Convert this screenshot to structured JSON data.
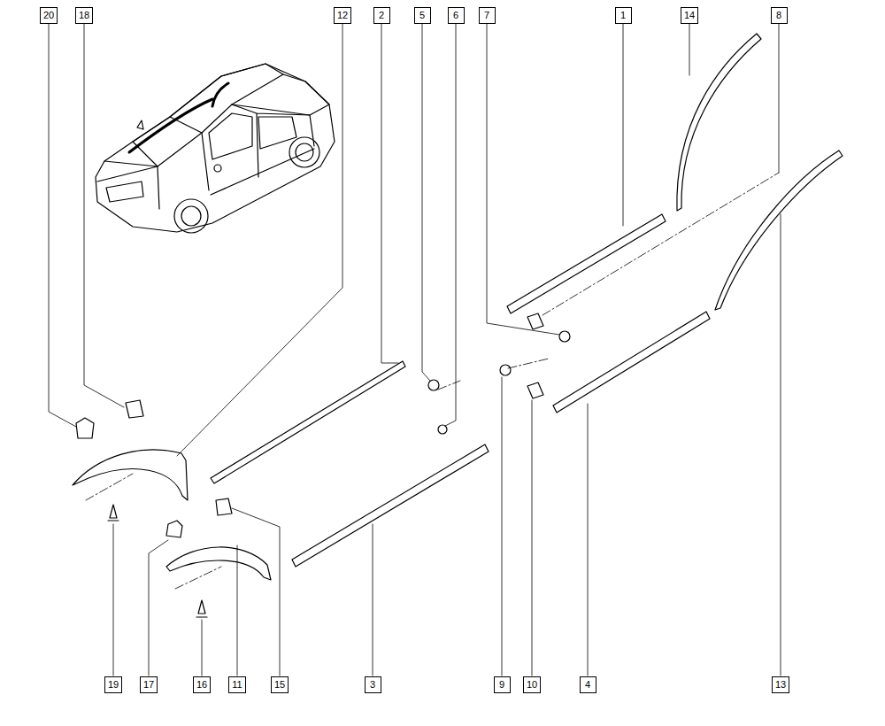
{
  "diagram": {
    "labels": [
      "20",
      "18",
      "12",
      "2",
      "5",
      "6",
      "7",
      "1",
      "14",
      "8",
      "19",
      "17",
      "16",
      "11",
      "15",
      "3",
      "9",
      "10",
      "4",
      "13"
    ]
  }
}
